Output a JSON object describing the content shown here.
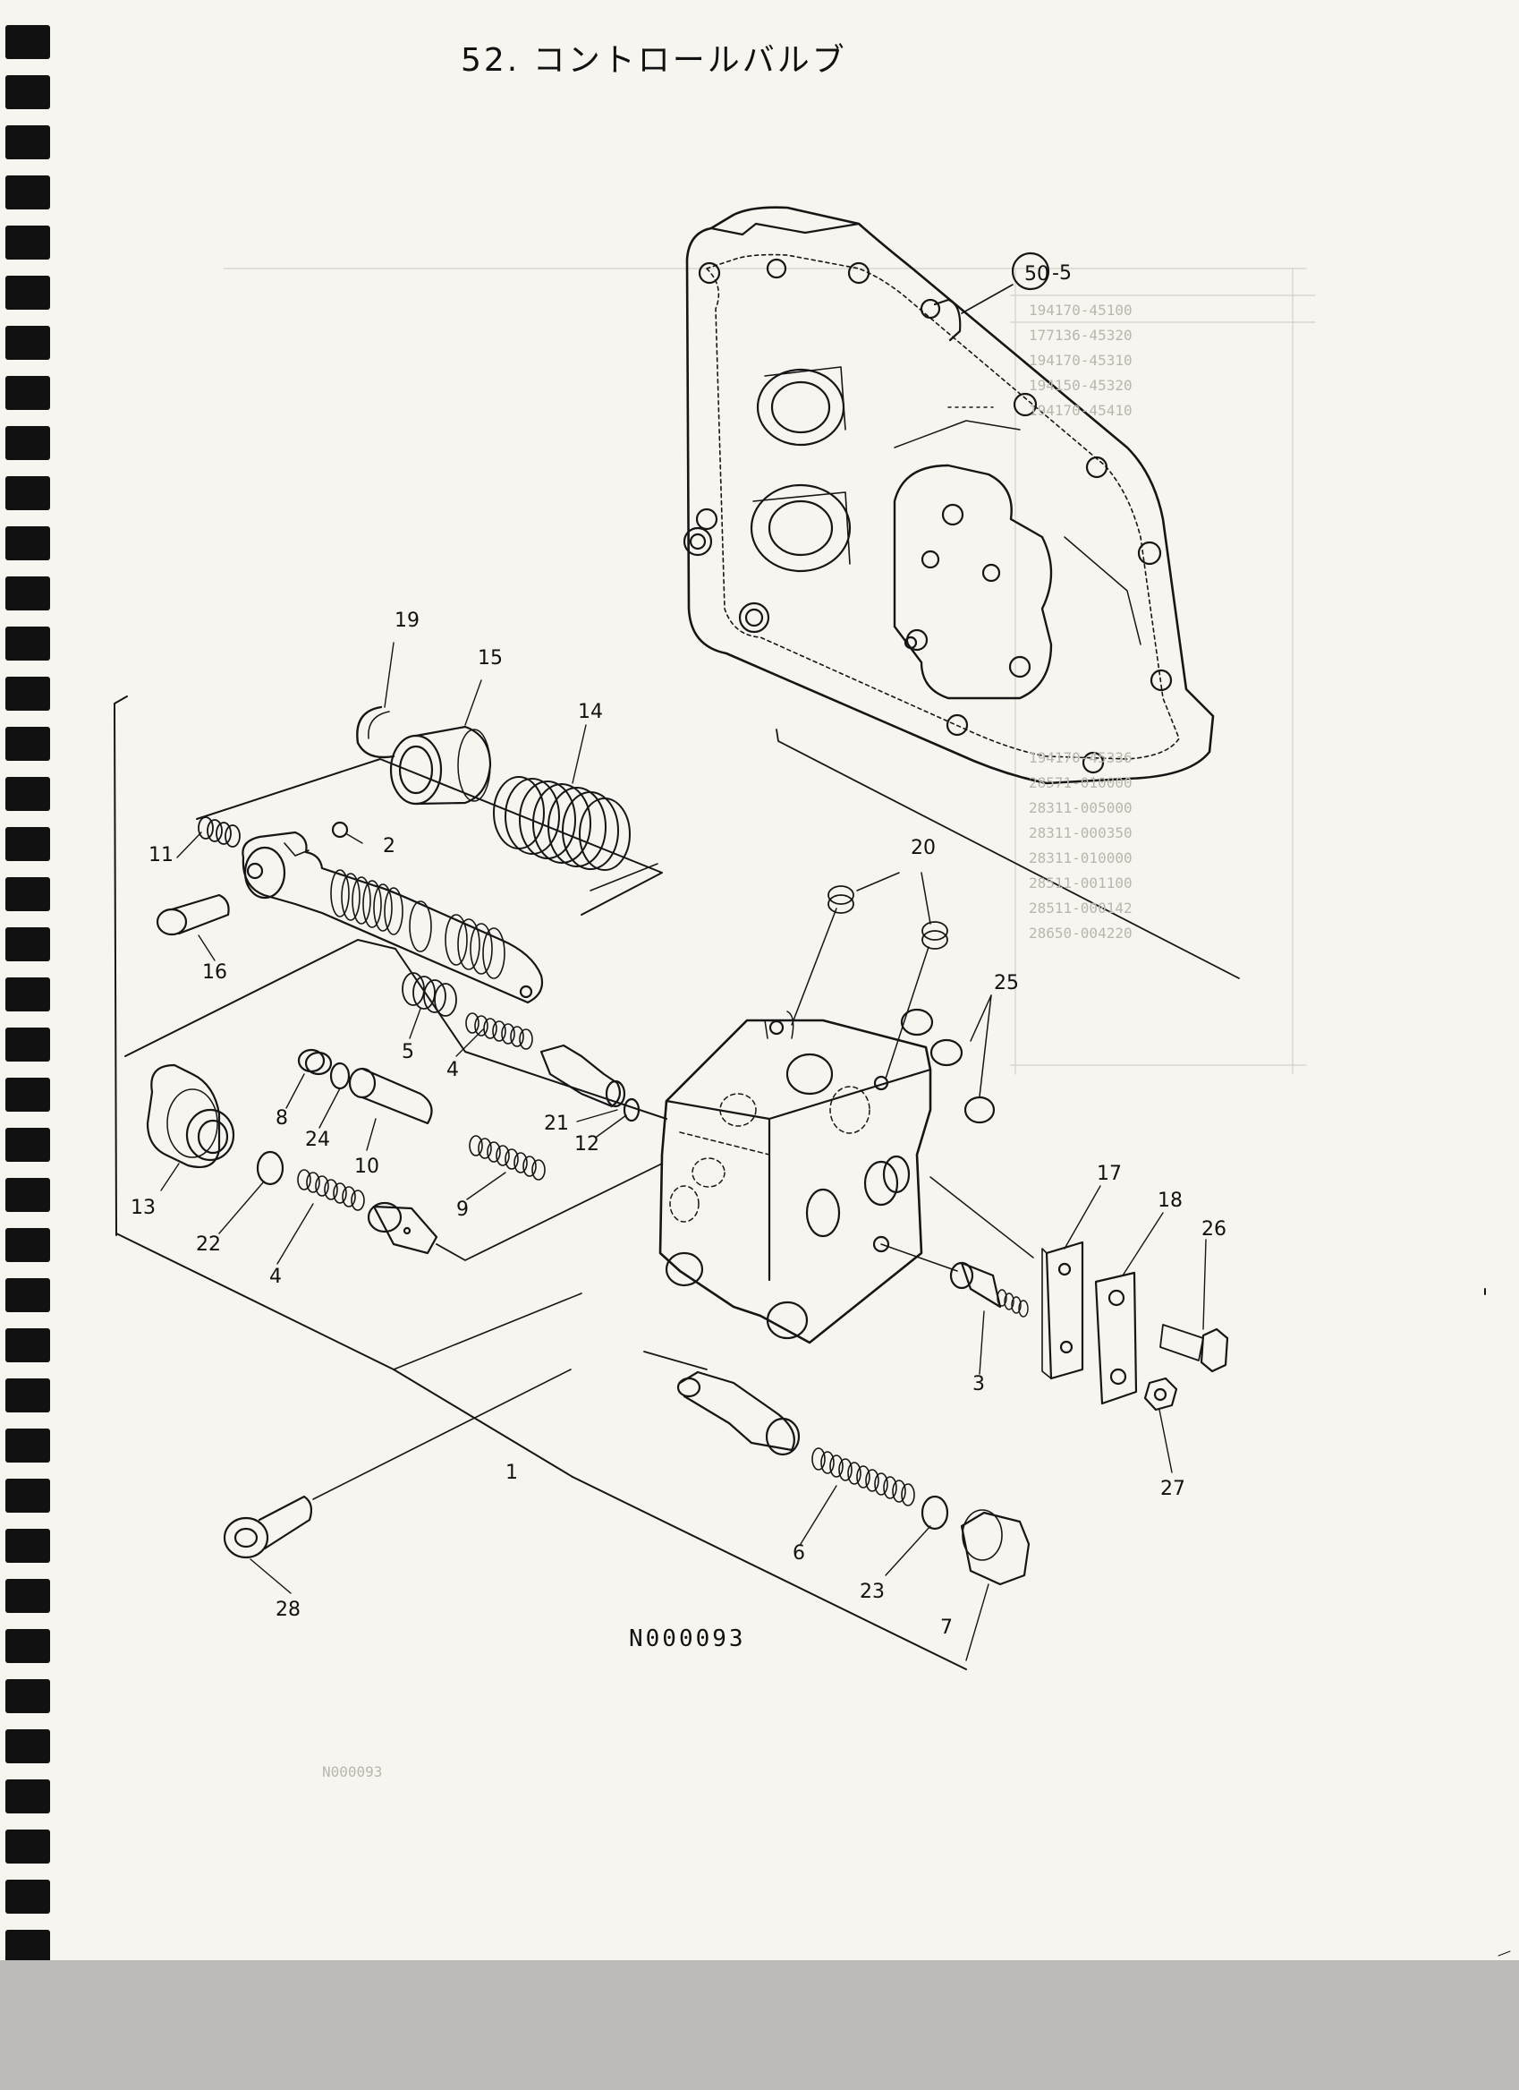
{
  "page": {
    "title": "52. コントロールバルブ",
    "figure_code": "N000093"
  },
  "callouts": {
    "assembly_ref": "50",
    "assembly_ref_suffix": "-5",
    "p1": "1",
    "p2": "2",
    "p3": "3",
    "p4a": "4",
    "p4b": "4",
    "p5": "5",
    "p6": "6",
    "p7": "7",
    "p8": "8",
    "p9": "9",
    "p10": "10",
    "p11": "11",
    "p12": "12",
    "p13": "13",
    "p14": "14",
    "p15": "15",
    "p16": "16",
    "p17": "17",
    "p18": "18",
    "p19": "19",
    "p20": "20",
    "p21": "21",
    "p22": "22",
    "p23": "23",
    "p24": "24",
    "p25": "25",
    "p26": "26",
    "p27": "27",
    "p28": "28"
  }
}
